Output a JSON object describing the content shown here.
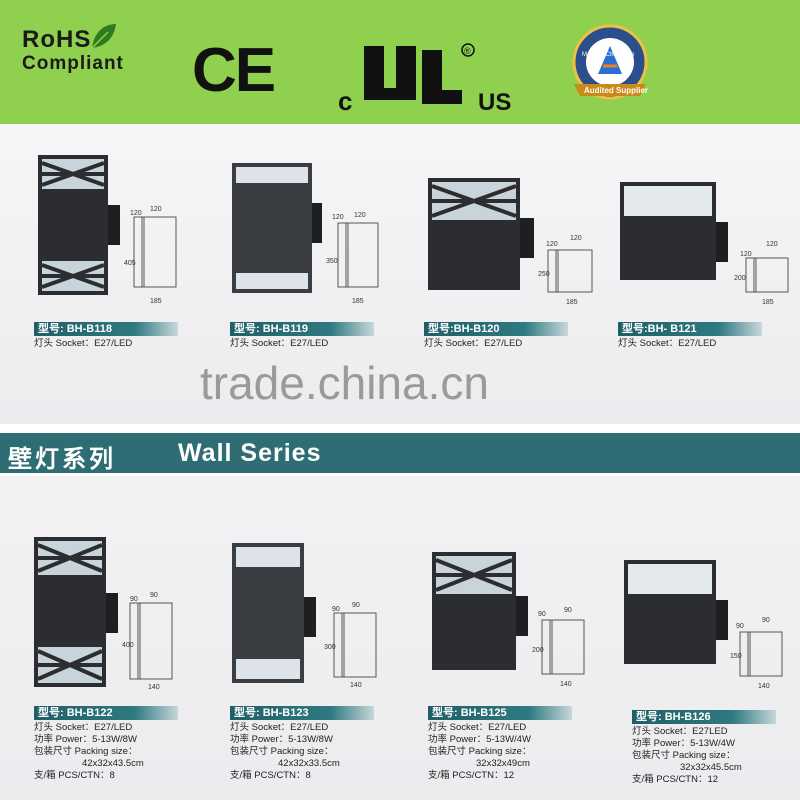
{
  "certifications": {
    "rohs_line1": "RoHS",
    "rohs_line2": "Compliant",
    "ce": "CE",
    "ul_c": "c",
    "ul_us": "US",
    "ul_reg": "®",
    "badge_ring_text": "Made-in-China.com",
    "badge_ribbon": "Audited Supplier"
  },
  "watermark": "trade.china.cn",
  "series_title": {
    "zh": "壁灯系列",
    "en": "Wall Series"
  },
  "colors": {
    "banner": "#8fd14f",
    "series_bar": "#2e6d73",
    "model_bar": "#1f5f66",
    "lamp_body": "#2b2d30"
  },
  "top_products": [
    {
      "model": "型号: BH-B118",
      "socket": "灯头 Socket：E27/LED",
      "dims": {
        "top": "120",
        "depth": "120",
        "height": "405",
        "width": "185"
      }
    },
    {
      "model": "型号: BH-B119",
      "socket": "灯头 Socket：E27/LED",
      "dims": {
        "top": "120",
        "depth": "120",
        "height": "350",
        "width": "185"
      }
    },
    {
      "model": "型号:BH-B120",
      "socket": "灯头 Socket：E27/LED",
      "dims": {
        "top": "120",
        "depth": "120",
        "height": "250",
        "width": "185"
      }
    },
    {
      "model": "型号:BH- B121",
      "socket": "灯头 Socket：E27/LED",
      "dims": {
        "top": "120",
        "depth": "120",
        "height": "200",
        "width": "185"
      }
    }
  ],
  "bottom_products": [
    {
      "model": "型号: BH-B122",
      "socket": "灯头 Socket：E27/LED",
      "power": "功率 Power：5-13W/8W",
      "packing_label": "包装尺寸 Packing size：",
      "packing": "42x32x43.5cm",
      "pcs": "支/箱 PCS/CTN：8",
      "dims": {
        "top": "90",
        "depth": "90",
        "height": "400",
        "width": "140"
      }
    },
    {
      "model": "型号: BH-B123",
      "socket": "灯头 Socket：E27/LED",
      "power": "功率 Power：5-13W/8W",
      "packing_label": "包装尺寸 Packing size：",
      "packing": "42x32x33.5cm",
      "pcs": "支/箱 PCS/CTN：8",
      "dims": {
        "top": "90",
        "depth": "90",
        "height": "300",
        "width": "140"
      }
    },
    {
      "model": "型号: BH-B125",
      "socket": "灯头 Socket：E27/LED",
      "power": "功率 Power：5-13W/4W",
      "packing_label": "包装尺寸 Packing size：",
      "packing": "32x32x49cm",
      "pcs": "支/箱 PCS/CTN：12",
      "dims": {
        "top": "90",
        "depth": "90",
        "height": "200",
        "width": "140"
      }
    },
    {
      "model": "型号: BH-B126",
      "socket": "灯头 Socket：E27LED",
      "power": "功率 Power：5-13W/4W",
      "packing_label": "包装尺寸 Packing size：",
      "packing": "32x32x45.5cm",
      "pcs": "支/箱 PCS/CTN：12",
      "dims": {
        "top": "90",
        "depth": "90",
        "height": "150",
        "width": "140"
      }
    }
  ]
}
